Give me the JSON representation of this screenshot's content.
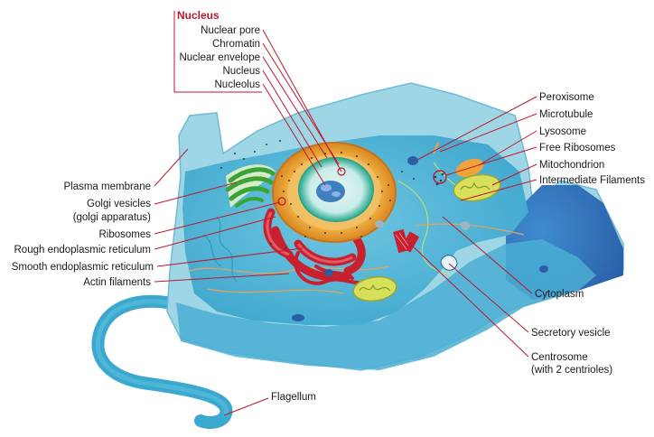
{
  "title": "Nucleus",
  "nucleus_parts": [
    "Nuclear pore",
    "Chromatin",
    "Nuclear envelope",
    "Nucleus",
    "Nucleolus"
  ],
  "left_labels": {
    "plasma_membrane": "Plasma membrane",
    "golgi_vesicles": "Golgi vesicles",
    "golgi_apparatus": "(golgi apparatus)",
    "ribosomes": "Ribosomes",
    "rough_er": "Rough endoplasmic reticulum",
    "smooth_er": "Smooth endoplasmic reticulum",
    "actin": "Actin filaments"
  },
  "right_labels": {
    "peroxisome": "Peroxisome",
    "microtubule": "Microtubule",
    "lysosome": "Lysosome",
    "free_ribosomes": "Free Ribosomes",
    "mitochondrion": "Mitochondrion",
    "intermediate_filaments": "Intermediate Filaments",
    "cytoplasm": "Cytoplasm",
    "secretory_vesicle": "Secretory vesicle",
    "centrosome": "Centrosome",
    "centrioles": "(with 2 centrioles)"
  },
  "bottom_labels": {
    "flagellum": "Flagellum"
  },
  "colors": {
    "leader": "#c0162c",
    "membrane_light": "#9fd6e6",
    "cytoplasm": "#4fb3d4",
    "cytoplasm_dark": "#2f6fb3",
    "nucleus_ring": "#e59a2a",
    "nucleoplasm": "#14a98a",
    "nucleolus": "#3f7fbf",
    "rough_er": "#c8202e",
    "golgi": "#3aa335",
    "mitochondrion": "#c9d94a"
  }
}
